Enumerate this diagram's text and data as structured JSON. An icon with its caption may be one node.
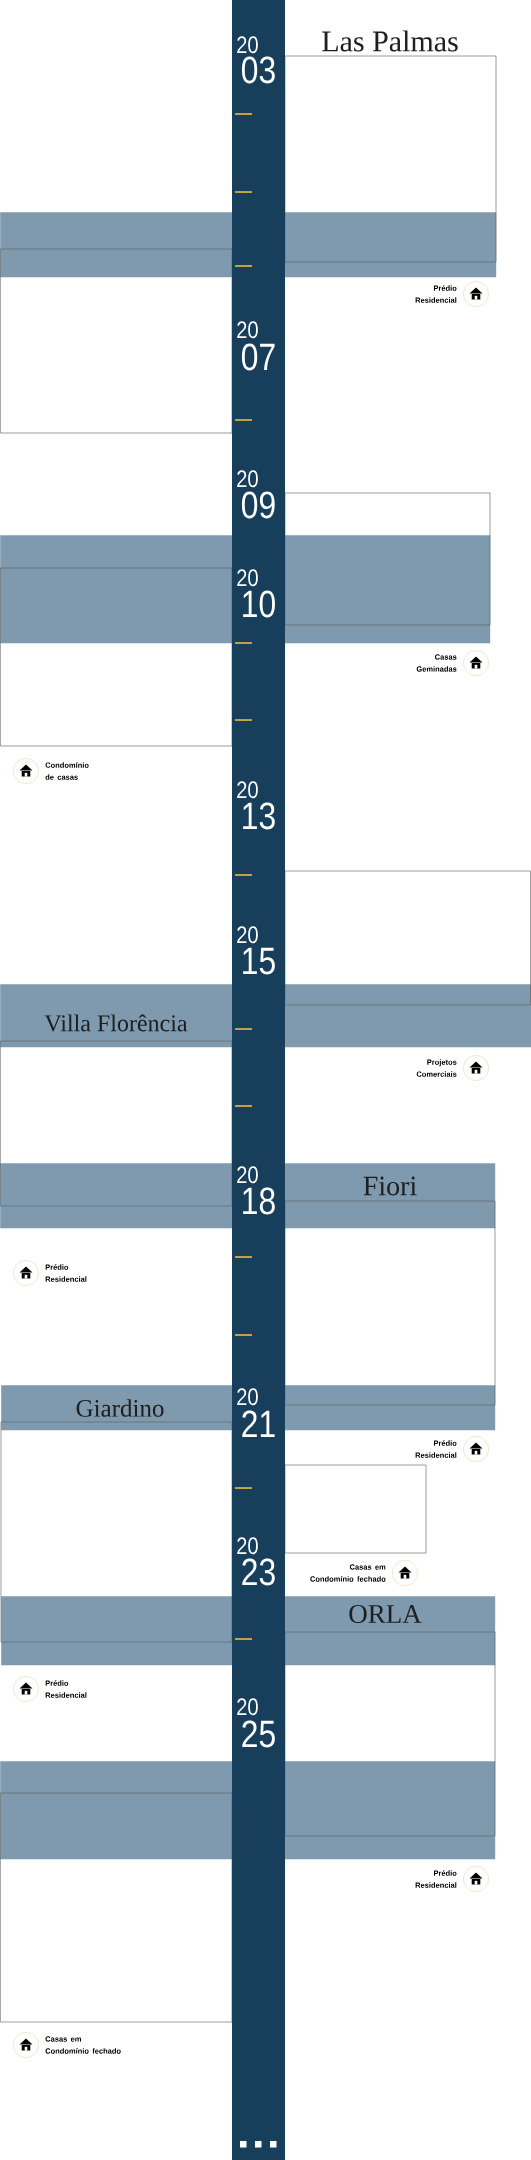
{
  "diagram": {
    "nodes": [
      {
        "text": [],
        "shape": "bar"
      },
      {
        "text": [],
        "shape": "bar"
      },
      {
        "text": [
          "Villa Florência"
        ]
      },
      {
        "text": [
          "Fiori"
        ]
      },
      {
        "text": [
          "Giardino"
        ]
      },
      {
        "text": [
          "ORLA"
        ]
      },
      {
        "text": [],
        "shape": "bar"
      }
    ],
    "edges": [],
    "labels": [
      "Las Palmas",
      "20",
      "03",
      "Prédio Residencial",
      "20",
      "07",
      "20",
      "09",
      "20",
      "10",
      "Casas Geminadas",
      "Condomínio de casas",
      "20",
      "13",
      "20",
      "15",
      "Projetos Comerciais",
      "20",
      "18",
      "Prédio Residencial",
      "20",
      "21",
      "Prédio Residencial",
      "20",
      "23",
      "Casas em Condomínio fechado",
      "Prédio Residencial",
      "20",
      "25",
      "Prédio Residencial",
      "Casas em Condomínio fechado"
    ]
  }
}
